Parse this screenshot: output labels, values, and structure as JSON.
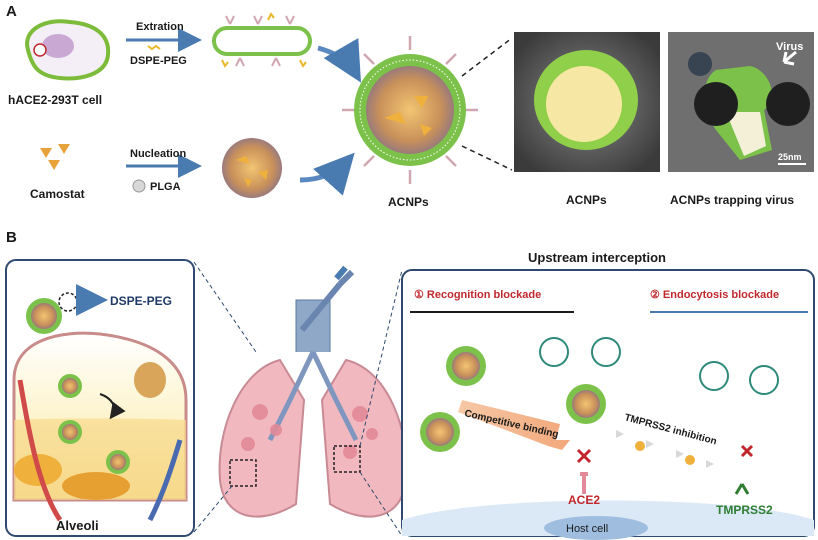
{
  "panel_a": {
    "label": "A",
    "cell_label": "hACE2-293T cell",
    "extraction_label": "Extration",
    "lipid_label": "DSPE-PEG",
    "drug_label": "Camostat",
    "nucleation_label": "Nucleation",
    "polymer_label": "PLGA",
    "acnps_label": "ACNPs",
    "tem1_caption": "ACNPs",
    "tem2_caption": "ACNPs trapping virus",
    "virus_label": "Virus",
    "scale_label": "25nm"
  },
  "panel_b": {
    "label": "B",
    "dspe_label": "DSPE-PEG",
    "alveoli_label": "Alveoli",
    "upstream_title": "Upstream interception",
    "recognition_label": "① Recognition blockade",
    "endocytosis_label": "② Endocytosis blockade",
    "competitive_label": "Competitive binding",
    "tmprss2_inhibition_label": "TMPRSS2 inhibition",
    "ace2_label": "ACE2",
    "tmprss2_label": "TMPRSS2",
    "host_cell_label": "Host cell"
  },
  "colors": {
    "membrane_green": "#6cc24a",
    "core_orange": "#e8a23a",
    "arrow_blue": "#4a7bb0",
    "label_red": "#c0282d",
    "label_green": "#2e7d32",
    "panel_border": "#2f4a6e"
  }
}
